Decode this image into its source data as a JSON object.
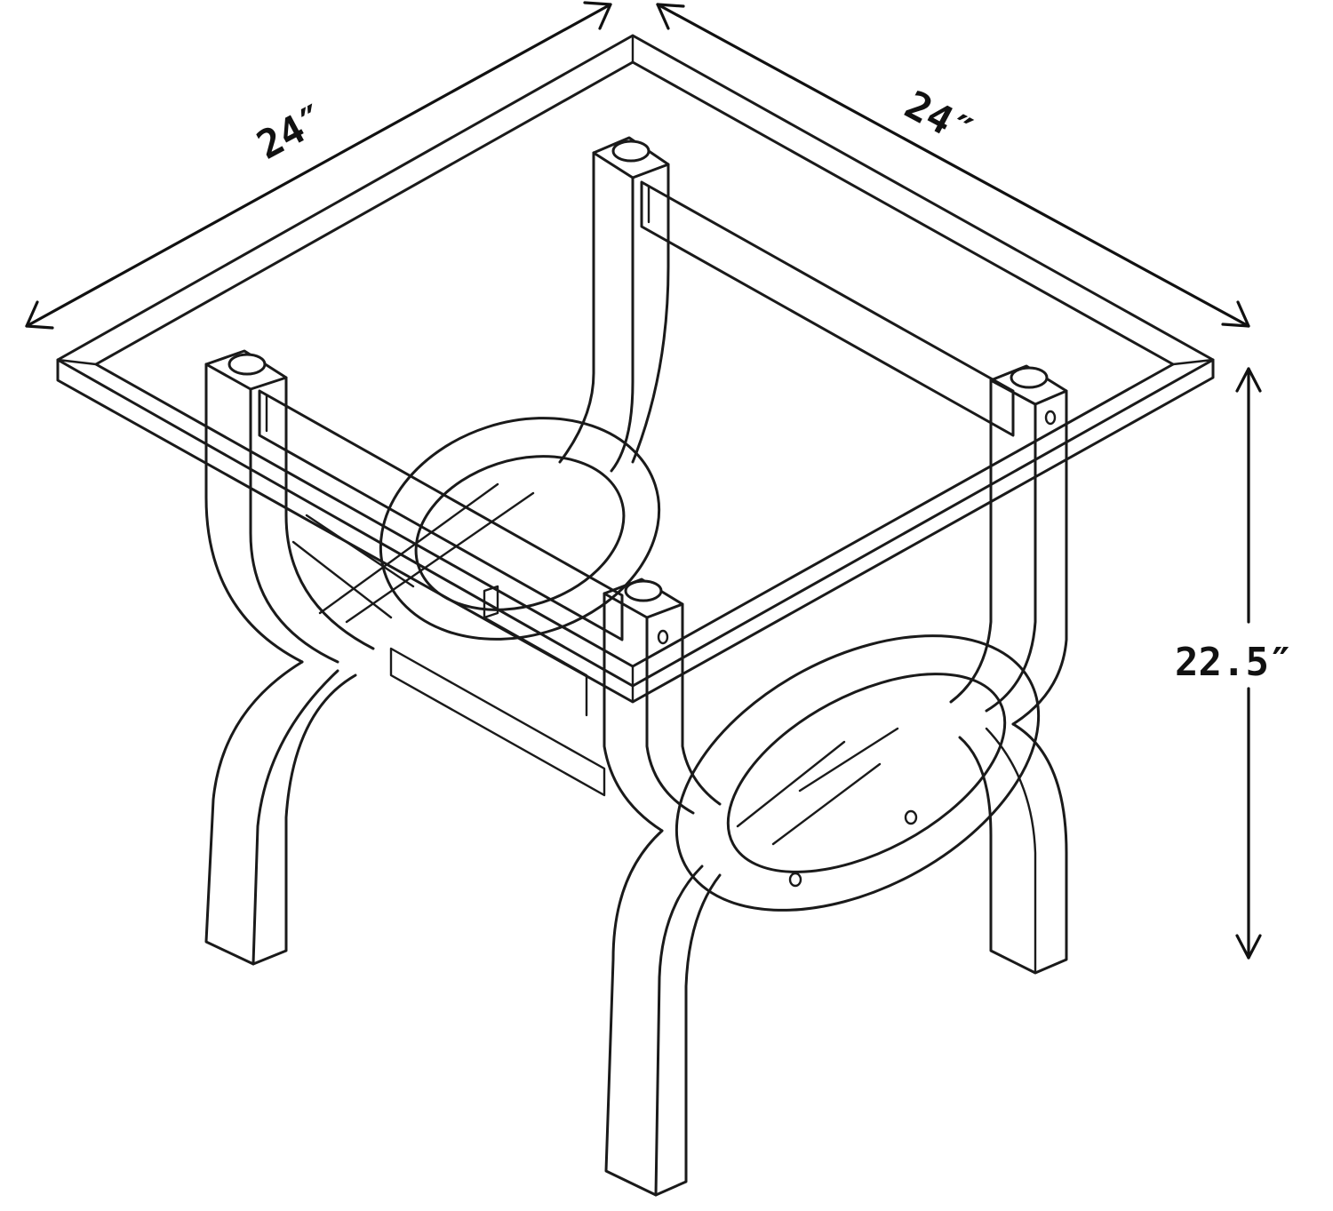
{
  "dimensions": {
    "width_label": "24″",
    "depth_label": "24″",
    "height_label": "22.5″"
  }
}
